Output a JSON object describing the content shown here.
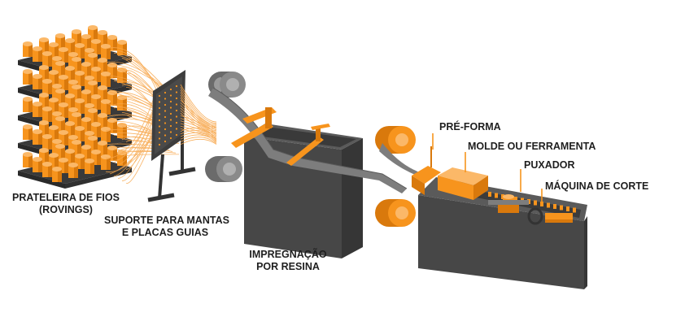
{
  "colors": {
    "orange": "#f7941d",
    "orange_dark": "#d9790c",
    "gray_dark": "#3a3a3a",
    "gray_mid": "#555555",
    "gray_light": "#8a8a8a",
    "strip": "#7a7a7a"
  },
  "labels": {
    "creel": [
      "PRATELEIRA DE FIOS",
      "(ROVINGS)"
    ],
    "guide": [
      "SUPORTE PARA MANTAS",
      "E PLACAS GUIAS"
    ],
    "resin": [
      "IMPREGNAÇÃO",
      "POR RESINA"
    ],
    "preform": "PRÉ-FORMA",
    "die": "MOLDE OU FERRAMENTA",
    "puller": "PUXADOR",
    "cutter": "MÁQUINA DE CORTE"
  }
}
